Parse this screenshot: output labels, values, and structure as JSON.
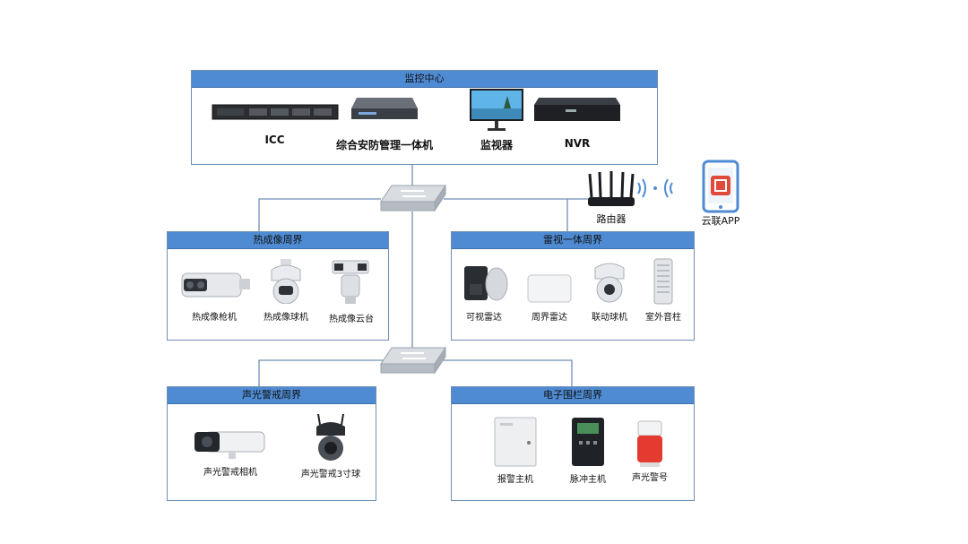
{
  "monitor_center": {
    "title": "监控中心",
    "devices": [
      "ICC",
      "综合安防管理一体机",
      "监视器",
      "NVR"
    ]
  },
  "thermal": {
    "title": "热成像周界",
    "devices": [
      "热成像枪机",
      "热成像球机",
      "热成像云台"
    ]
  },
  "radar": {
    "title": "雷视一体周界",
    "devices": [
      "可视雷达",
      "周界雷达",
      "联动球机",
      "室外音柱"
    ]
  },
  "sound_light": {
    "title": "声光警戒周界",
    "devices": [
      "声光警戒相机",
      "声光警戒3寸球"
    ]
  },
  "fence": {
    "title": "电子围栏周界",
    "devices": [
      "报警主机",
      "脉冲主机",
      "声光警号"
    ]
  },
  "router": {
    "label": "路由器"
  },
  "app": {
    "label": "云联APP"
  }
}
